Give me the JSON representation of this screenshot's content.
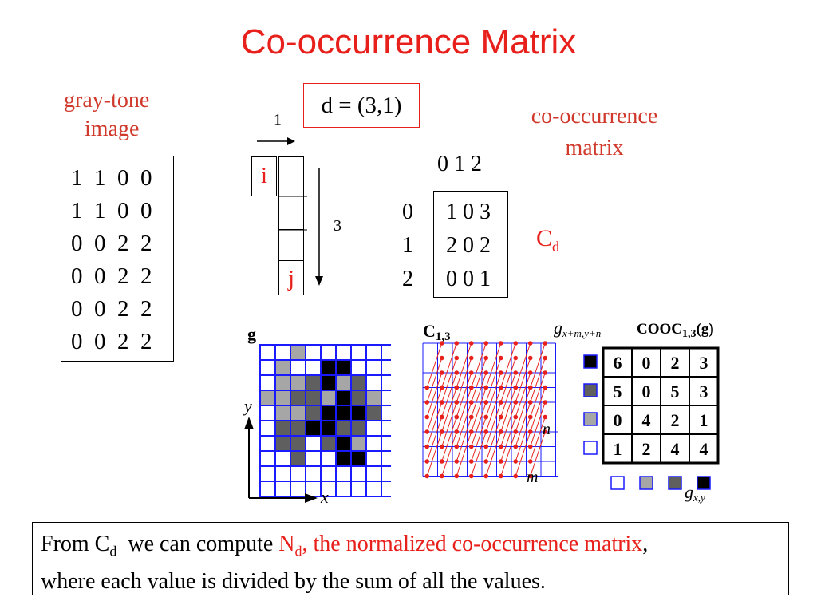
{
  "title": "Co-occurrence Matrix",
  "image_label": {
    "line1": "gray-tone",
    "line2": "image"
  },
  "image_matrix": [
    "1  1  0  0",
    "1  1  0  0",
    "0  0  2  2",
    "0  0  2  2",
    "0  0  2  2",
    "0  0  2  2"
  ],
  "displacement": {
    "label": "d = (3,1)",
    "horizontal_value": "1",
    "vertical_value": "3",
    "start_label": "i",
    "end_label": "j"
  },
  "cooccurrence_label": {
    "line1": "co-occurrence",
    "line2": "matrix"
  },
  "matrix_col_header": "0 1 2",
  "matrix_row_labels": [
    "0",
    "1",
    "2"
  ],
  "matrix_rows": [
    "1 0 3",
    "2 0 2",
    "0 0 1"
  ],
  "cd_symbol": {
    "main": "C",
    "sub": "d"
  },
  "figure_g": {
    "label": "g",
    "y_axis": "y",
    "x_axis": "x"
  },
  "figure_c13": {
    "label_main": "C",
    "label_sub": "1,3",
    "n_label": "n",
    "m_label": "m"
  },
  "figure_cooc": {
    "g_top_main": "g",
    "g_top_sub": "x+m,y+n",
    "cooc_main": "COOC",
    "cooc_sub": "1,3",
    "cooc_arg": "(g)",
    "rows": [
      [
        "6",
        "0",
        "2",
        "3"
      ],
      [
        "5",
        "0",
        "5",
        "3"
      ],
      [
        "0",
        "4",
        "2",
        "1"
      ],
      [
        "1",
        "2",
        "4",
        "4"
      ]
    ],
    "g_bottom_main": "g",
    "g_bottom_sub": "x,y"
  },
  "gray_levels": [
    "#ffffff",
    "#a6a6a6",
    "#5f5f5f",
    "#000000"
  ],
  "g_grid": [
    [
      0,
      0,
      1,
      0,
      0,
      0,
      0,
      0,
      0
    ],
    [
      0,
      1,
      0,
      0,
      3,
      3,
      0,
      0,
      0
    ],
    [
      0,
      1,
      1,
      2,
      3,
      1,
      2,
      0,
      0
    ],
    [
      1,
      1,
      2,
      2,
      1,
      3,
      2,
      1,
      0
    ],
    [
      0,
      1,
      1,
      2,
      3,
      3,
      3,
      2,
      0
    ],
    [
      0,
      2,
      2,
      3,
      3,
      2,
      2,
      0,
      0
    ],
    [
      0,
      2,
      2,
      0,
      2,
      3,
      1,
      0,
      0
    ],
    [
      0,
      0,
      2,
      0,
      0,
      3,
      3,
      0,
      0
    ],
    [
      0,
      0,
      0,
      0,
      0,
      0,
      0,
      0,
      0
    ],
    [
      0,
      0,
      0,
      0,
      0,
      0,
      0,
      0,
      0
    ]
  ],
  "bottom_text": {
    "p1": "From C",
    "p1_sub": "d",
    "p2": "  we can compute ",
    "p3_main": "N",
    "p3_sub": "d",
    "p3_rest": ", the normalized co-occurrence matrix",
    "p4": ",",
    "line2": "where each value is divided by the sum of all the values."
  },
  "colors": {
    "accent_red": "#e8201c",
    "grid_blue": "#1a1aff",
    "dot_red": "#e8201c"
  }
}
